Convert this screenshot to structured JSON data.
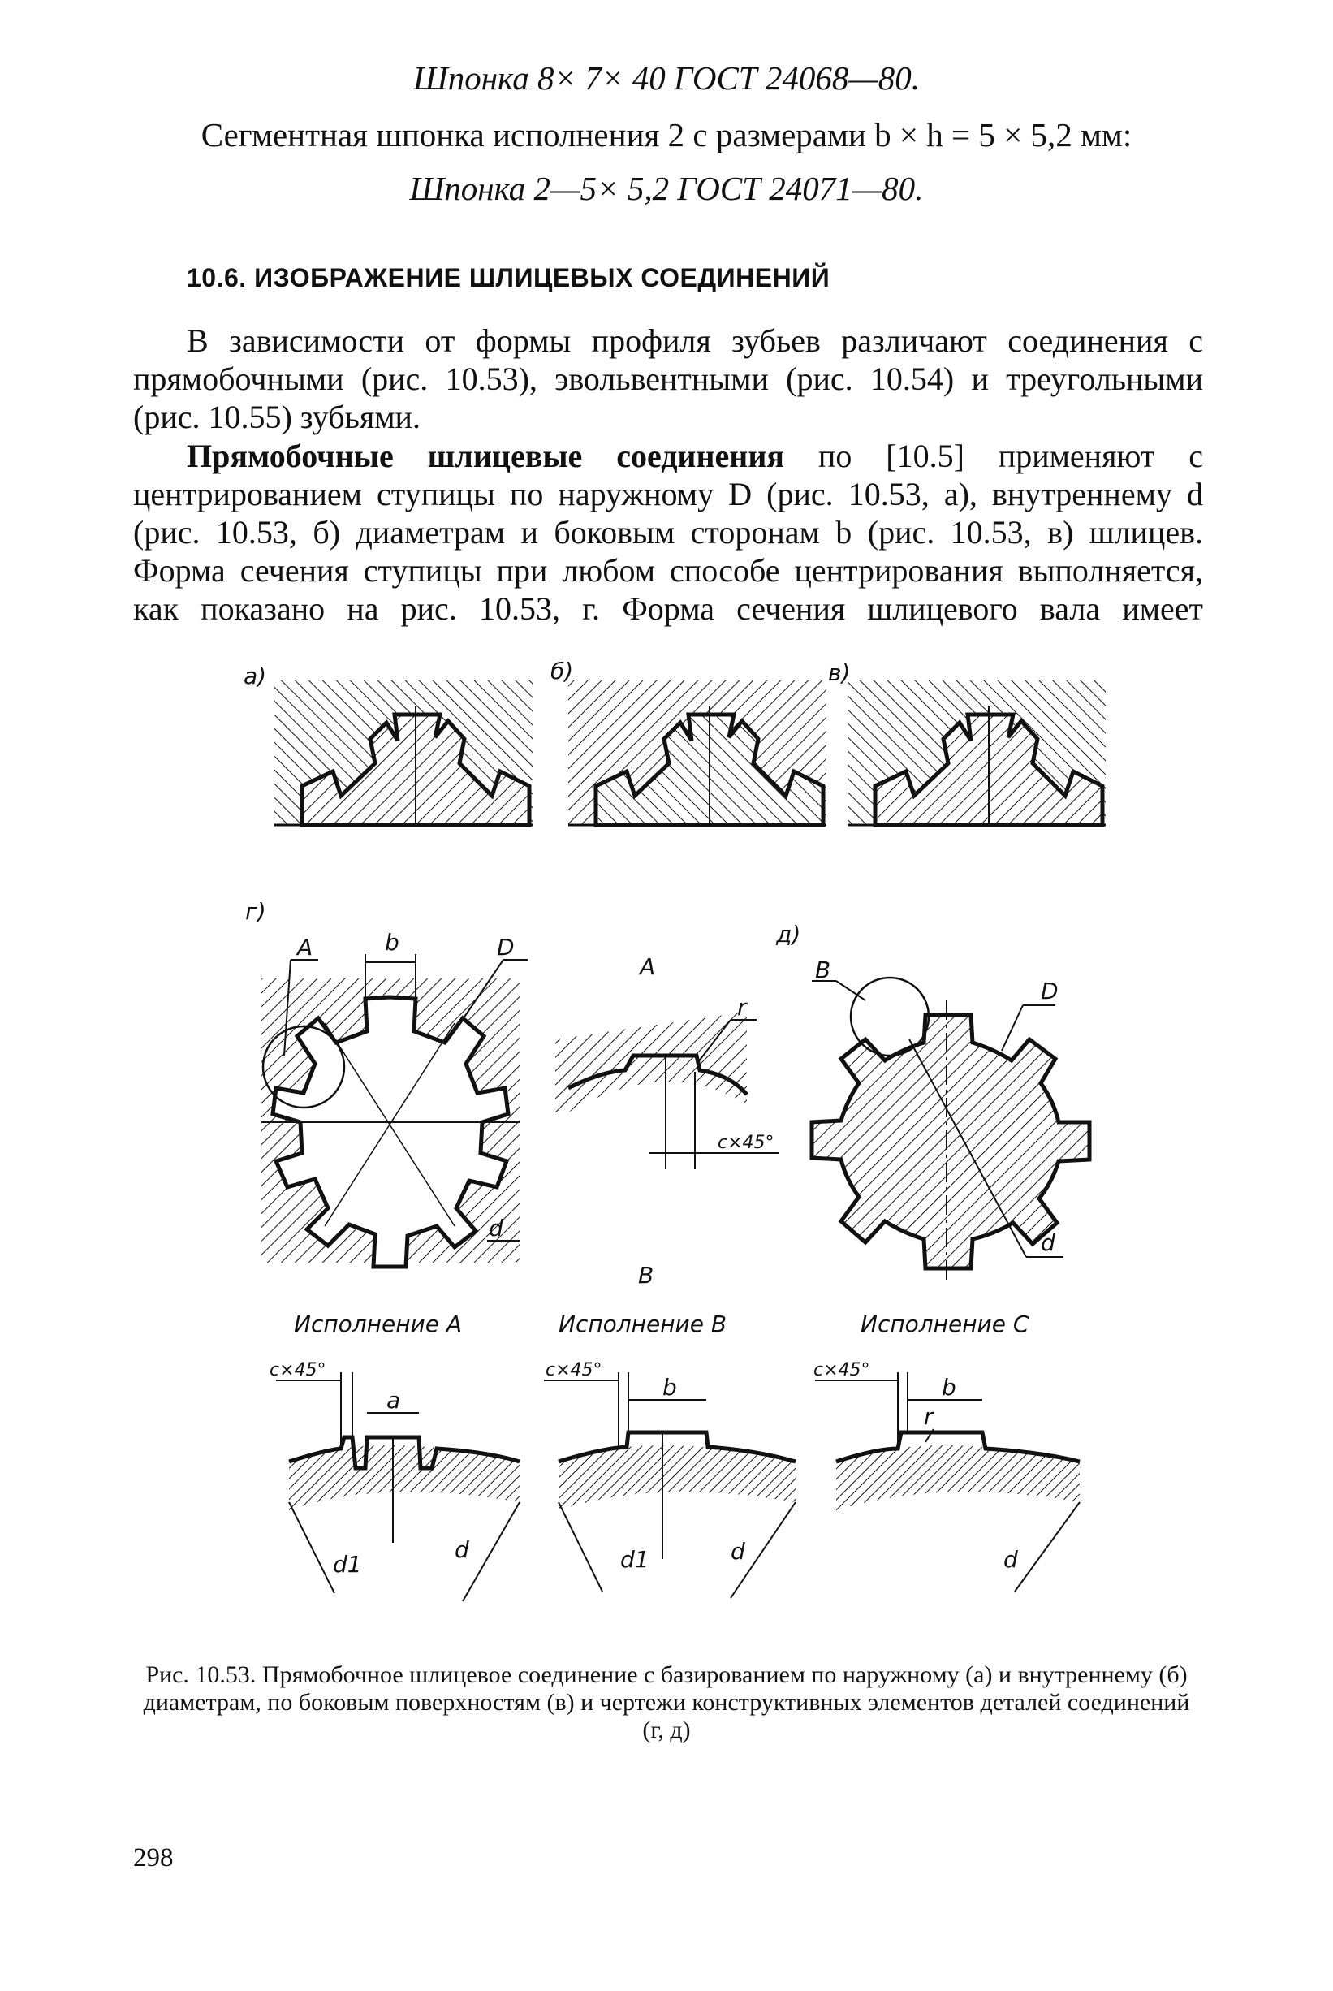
{
  "top_lines": [
    "Шпонка 8× 7× 40 ГОСТ 24068—80.",
    "Сегментная шпонка исполнения 2 с размерами b × h = 5 × 5,2 мм:",
    "Шпонка 2—5× 5,2 ГОСТ 24071—80."
  ],
  "section_heading": "10.6. ИЗОБРАЖЕНИЕ ШЛИЦЕВЫХ СОЕДИНЕНИЙ",
  "paragraph1": "В зависимости от формы профиля зубьев различают соединения с прямобочными (рис. 10.53), эвольвентными (рис. 10.54) и треугольными (рис. 10.55) зубьями.",
  "paragraph2_bold": "Прямобочные шлицевые соединения",
  "paragraph2_rest": " по [10.5] применяют с центрированием ступицы по наружному D (рис. 10.53, а), внутреннему d (рис. 10.53, б) диаметрам и боковым сторонам b (рис. 10.53, в) шлицев. Форма сечения ступицы при любом способе центрирования выполняется, как показано на рис. 10.53, г. Форма сечения шлицевого вала имеет",
  "figure": {
    "panel_labels": [
      "а)",
      "б)",
      "в)",
      "г)",
      "д)"
    ],
    "detail_A": "A",
    "detail_B": "B",
    "dim_b": "b",
    "dim_D": "D",
    "dim_d": "d",
    "dim_r": "r",
    "dim_a": "a",
    "dim_d1": "d1",
    "chamfer": "c×45°",
    "variant_titles": [
      "Исполнение A",
      "Исполнение B",
      "Исполнение C"
    ]
  },
  "caption": "Рис. 10.53. Прямобочное шлицевое соединение с базированием по наружному (а) и внутреннему (б) диаметрам, по боковым поверхностям (в) и чертежи конструктивных элементов деталей соединений (г, д)",
  "page_number": "298"
}
